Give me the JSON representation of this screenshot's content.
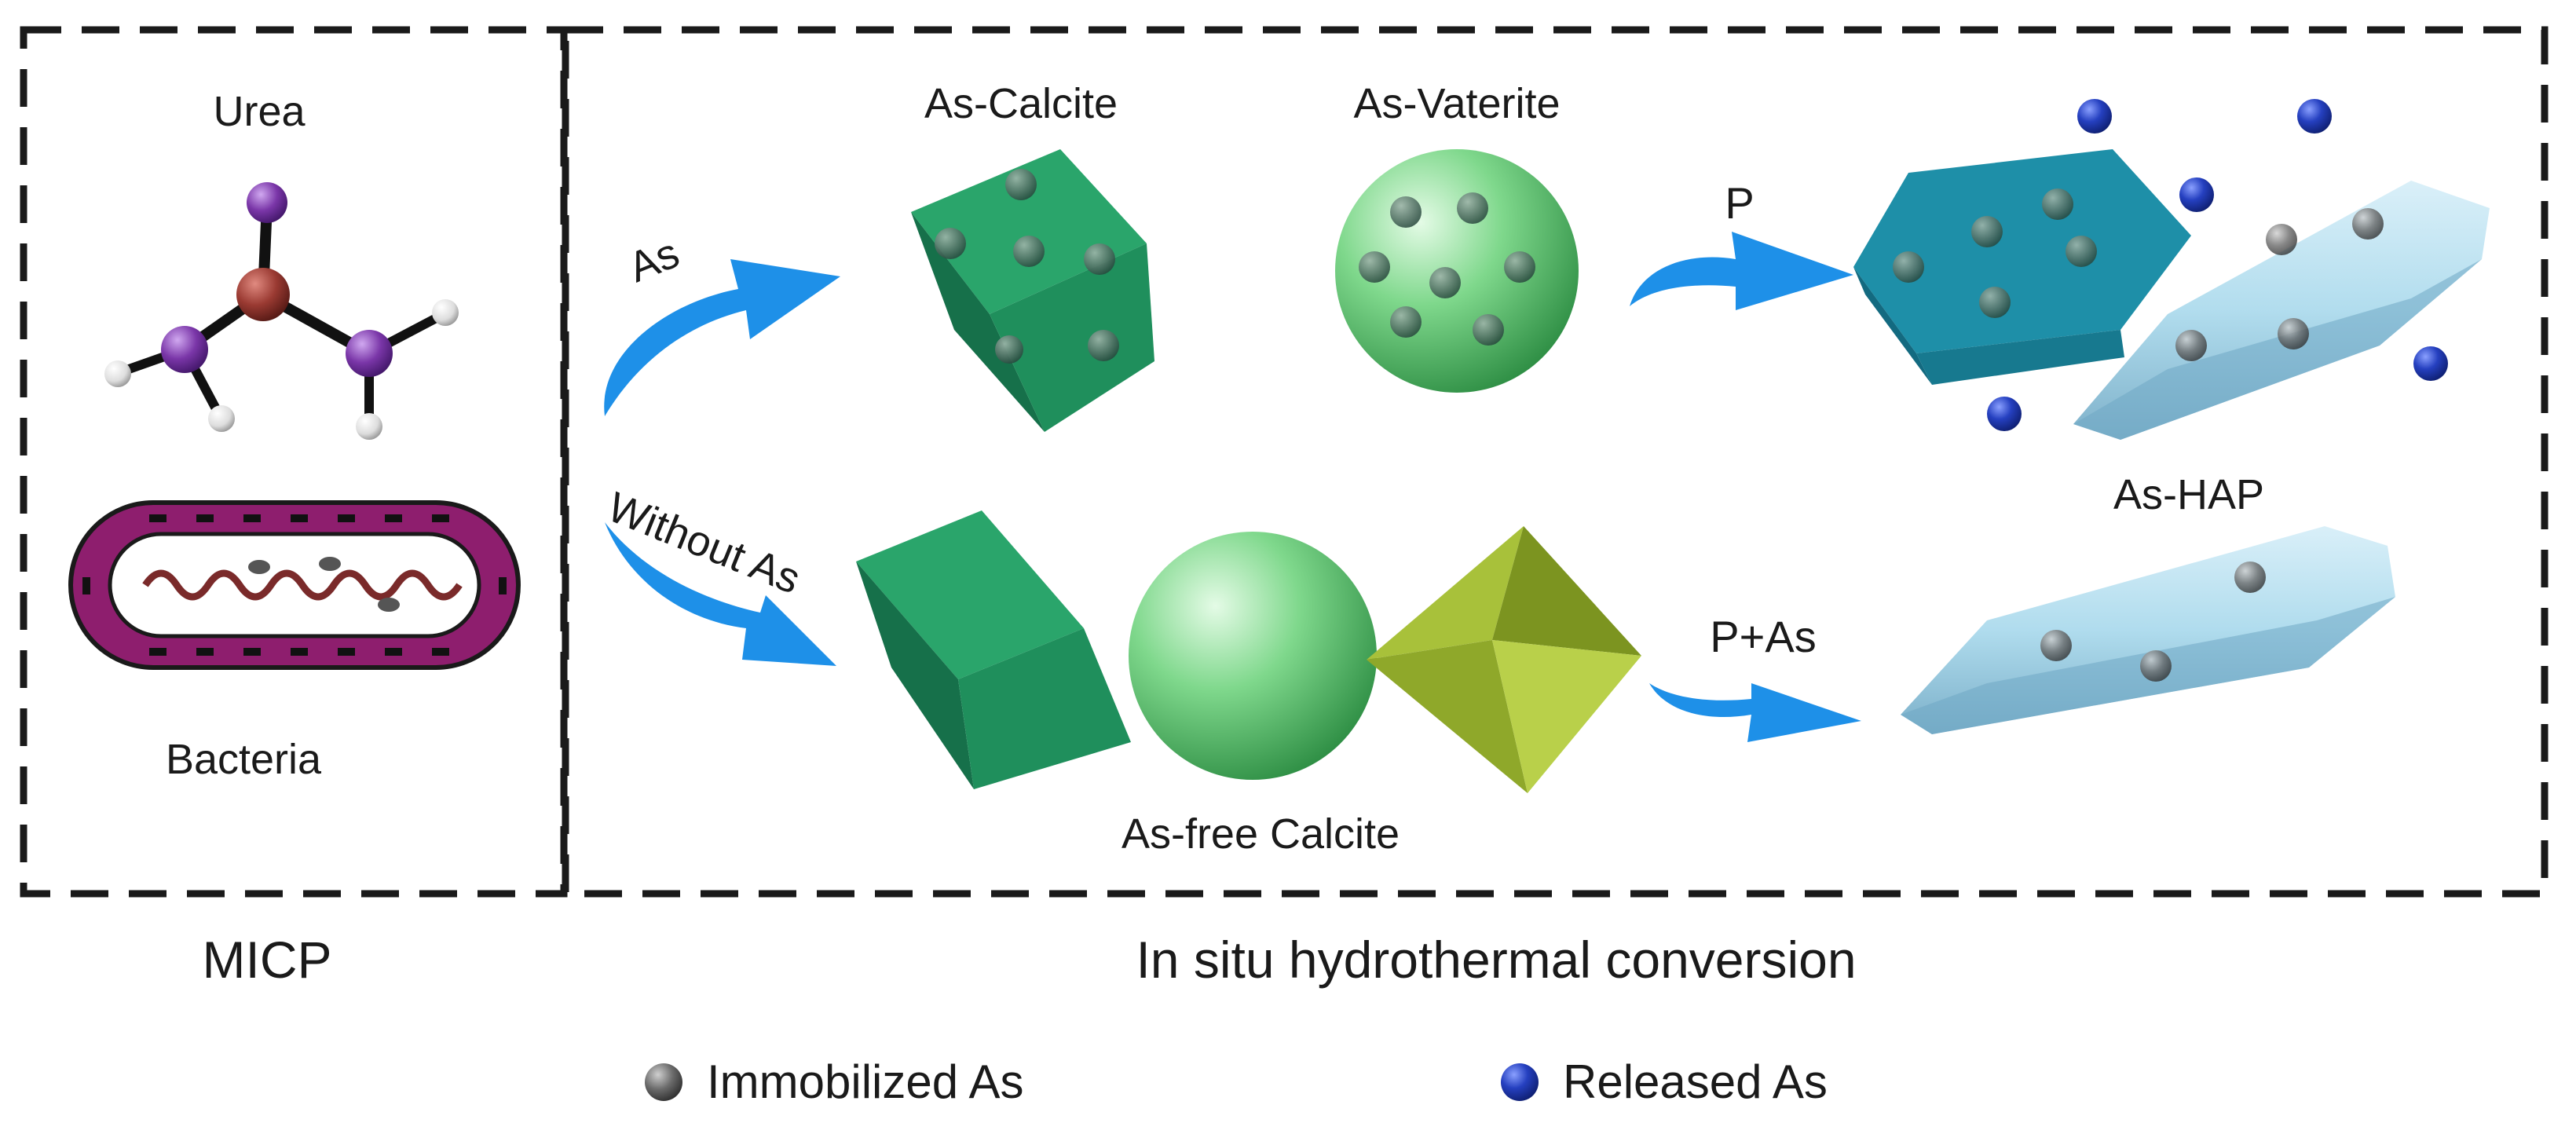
{
  "panels": {
    "micp": {
      "title": "MICP",
      "urea_label": "Urea",
      "bacteria_label": "Bacteria"
    },
    "conversion": {
      "title": "In situ hydrothermal conversion",
      "as_arrow_label": "As",
      "without_as_label": "Without As",
      "as_calcite_label": "As-Calcite",
      "as_vaterite_label": "As-Vaterite",
      "p_label": "P",
      "p_as_label": "P+As",
      "as_hap_label": "As-HAP",
      "as_free_calcite_label": "As-free Calcite"
    }
  },
  "legend": {
    "immobilized": "Immobilized As",
    "released": "Released As"
  },
  "colors": {
    "border": "#1a1a1a",
    "arrow": "#1e90e8",
    "calcite": "#1f8f5c",
    "vaterite": "#6fcf7f",
    "octahedron": "#8fa82a",
    "hap_hex": "#1e8fa8",
    "hap_rod": "#a9d9ec",
    "released_as": "#1a35a8",
    "immobilized_as": "#4a4a4a",
    "urea_center": "#9a3a32",
    "urea_atom": "#7a36a8",
    "bacteria_wall": "#8e1e6e"
  }
}
